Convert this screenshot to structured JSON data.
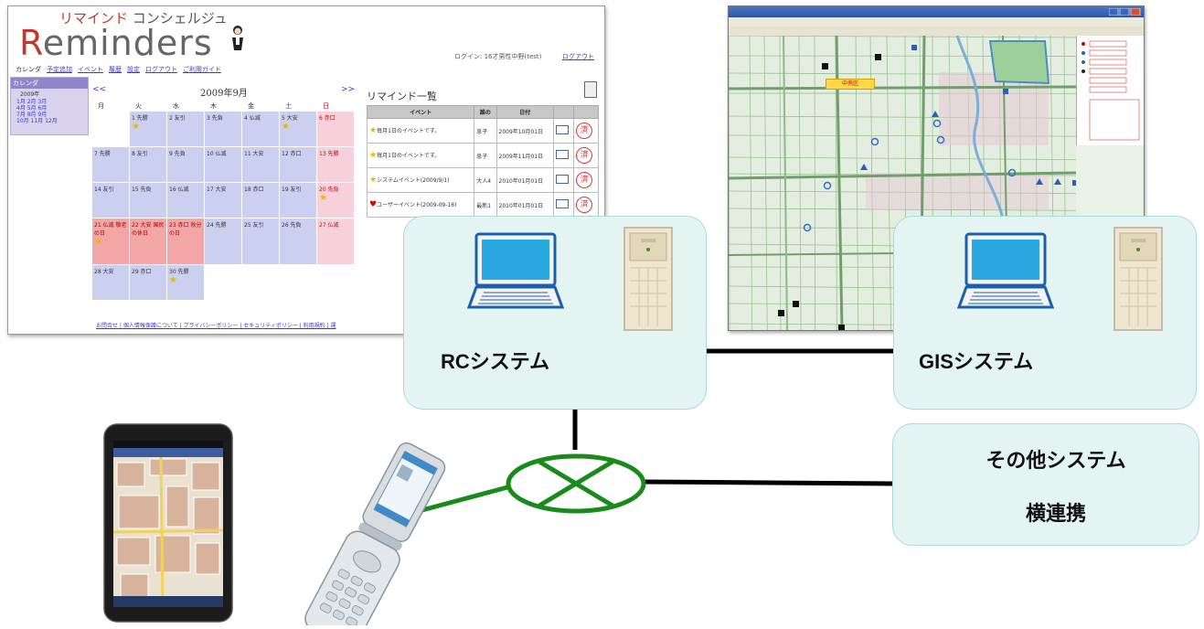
{
  "reminders_app": {
    "kana_title_red": "リマインド",
    "kana_title_rest": "コンシェルジュ",
    "logo_first": "R",
    "logo_rest": "eminders",
    "login_text": "ログイン: 16才男性中野(test)",
    "logout_link": "ログアウト",
    "nav": [
      "カレンダ",
      "予定追加",
      "イベント",
      "履歴",
      "設定",
      "ログアウト",
      "ご利用ガイド"
    ],
    "mini_calendar": {
      "header": "カレンダ",
      "year": "2009年",
      "months": [
        "1月 2月 3月",
        "4月 5月 6月",
        "7月 8月 9月",
        "10月 11月 12月"
      ]
    },
    "calendar": {
      "title": "2009年9月",
      "prev": "<<",
      "next": ">>",
      "weekdays": [
        "月",
        "火",
        "水",
        "木",
        "金",
        "土",
        "日"
      ],
      "weeks": [
        [
          "",
          "1 先勝",
          "2 友引",
          "3 先負",
          "4 仏滅",
          "5 大安",
          "6 赤口"
        ],
        [
          "7 先勝",
          "8 友引",
          "9 先負",
          "10 仏滅",
          "11 大安",
          "12 赤口",
          "13 先勝"
        ],
        [
          "14 友引",
          "15 先負",
          "16 仏滅",
          "17 大安",
          "18 赤口",
          "19 友引",
          "20 先負"
        ],
        [
          "21 仏滅 敬老の日",
          "22 大安 国民の休日",
          "23 赤口 秋分の日",
          "24 先勝",
          "25 友引",
          "26 先負",
          "27 仏滅"
        ],
        [
          "28 大安",
          "29 赤口",
          "30 先勝",
          "",
          "",
          "",
          ""
        ]
      ]
    },
    "reminder_list": {
      "title": "リマインド一覧",
      "columns": [
        "イベント",
        "誰の",
        "日付",
        "",
        ""
      ],
      "rows": [
        {
          "icon": "star",
          "event": "毎月1日のイベントです。",
          "who": "息子",
          "date": "2009年10月01日"
        },
        {
          "icon": "star",
          "event": "毎月1日のイベントです。",
          "who": "息子",
          "date": "2009年11月01日"
        },
        {
          "icon": "star",
          "event": "システムイベント(2009/9/1)",
          "who": "大人4",
          "date": "2010年01月01日"
        },
        {
          "icon": "heart",
          "event": "ユーザーイベント(2009-09-16)",
          "who": "最新1",
          "date": "2010年01月01日"
        }
      ],
      "stamp_glyph": "済"
    },
    "footer": "お問合せ | 個人情報保護について | プライバシーポリシー | セキュリティポリシー | 利用規約 | 運"
  },
  "gis_app": {
    "map_label": "中央区"
  },
  "systems": {
    "rc": "RCシステム",
    "gis": "GISシステム",
    "other_line1": "その他システム",
    "other_line2": "横連携"
  },
  "colors": {
    "box_fill": "#e3f4f3",
    "box_border": "#a8dcd8",
    "link_line": "#000000",
    "wireless_line": "#1a8a1a",
    "laptop_screen": "#29a8e0"
  },
  "icons": [
    "laptop-icon",
    "server-tower-icon",
    "router-icon",
    "tablet-device",
    "flip-phone-device"
  ]
}
